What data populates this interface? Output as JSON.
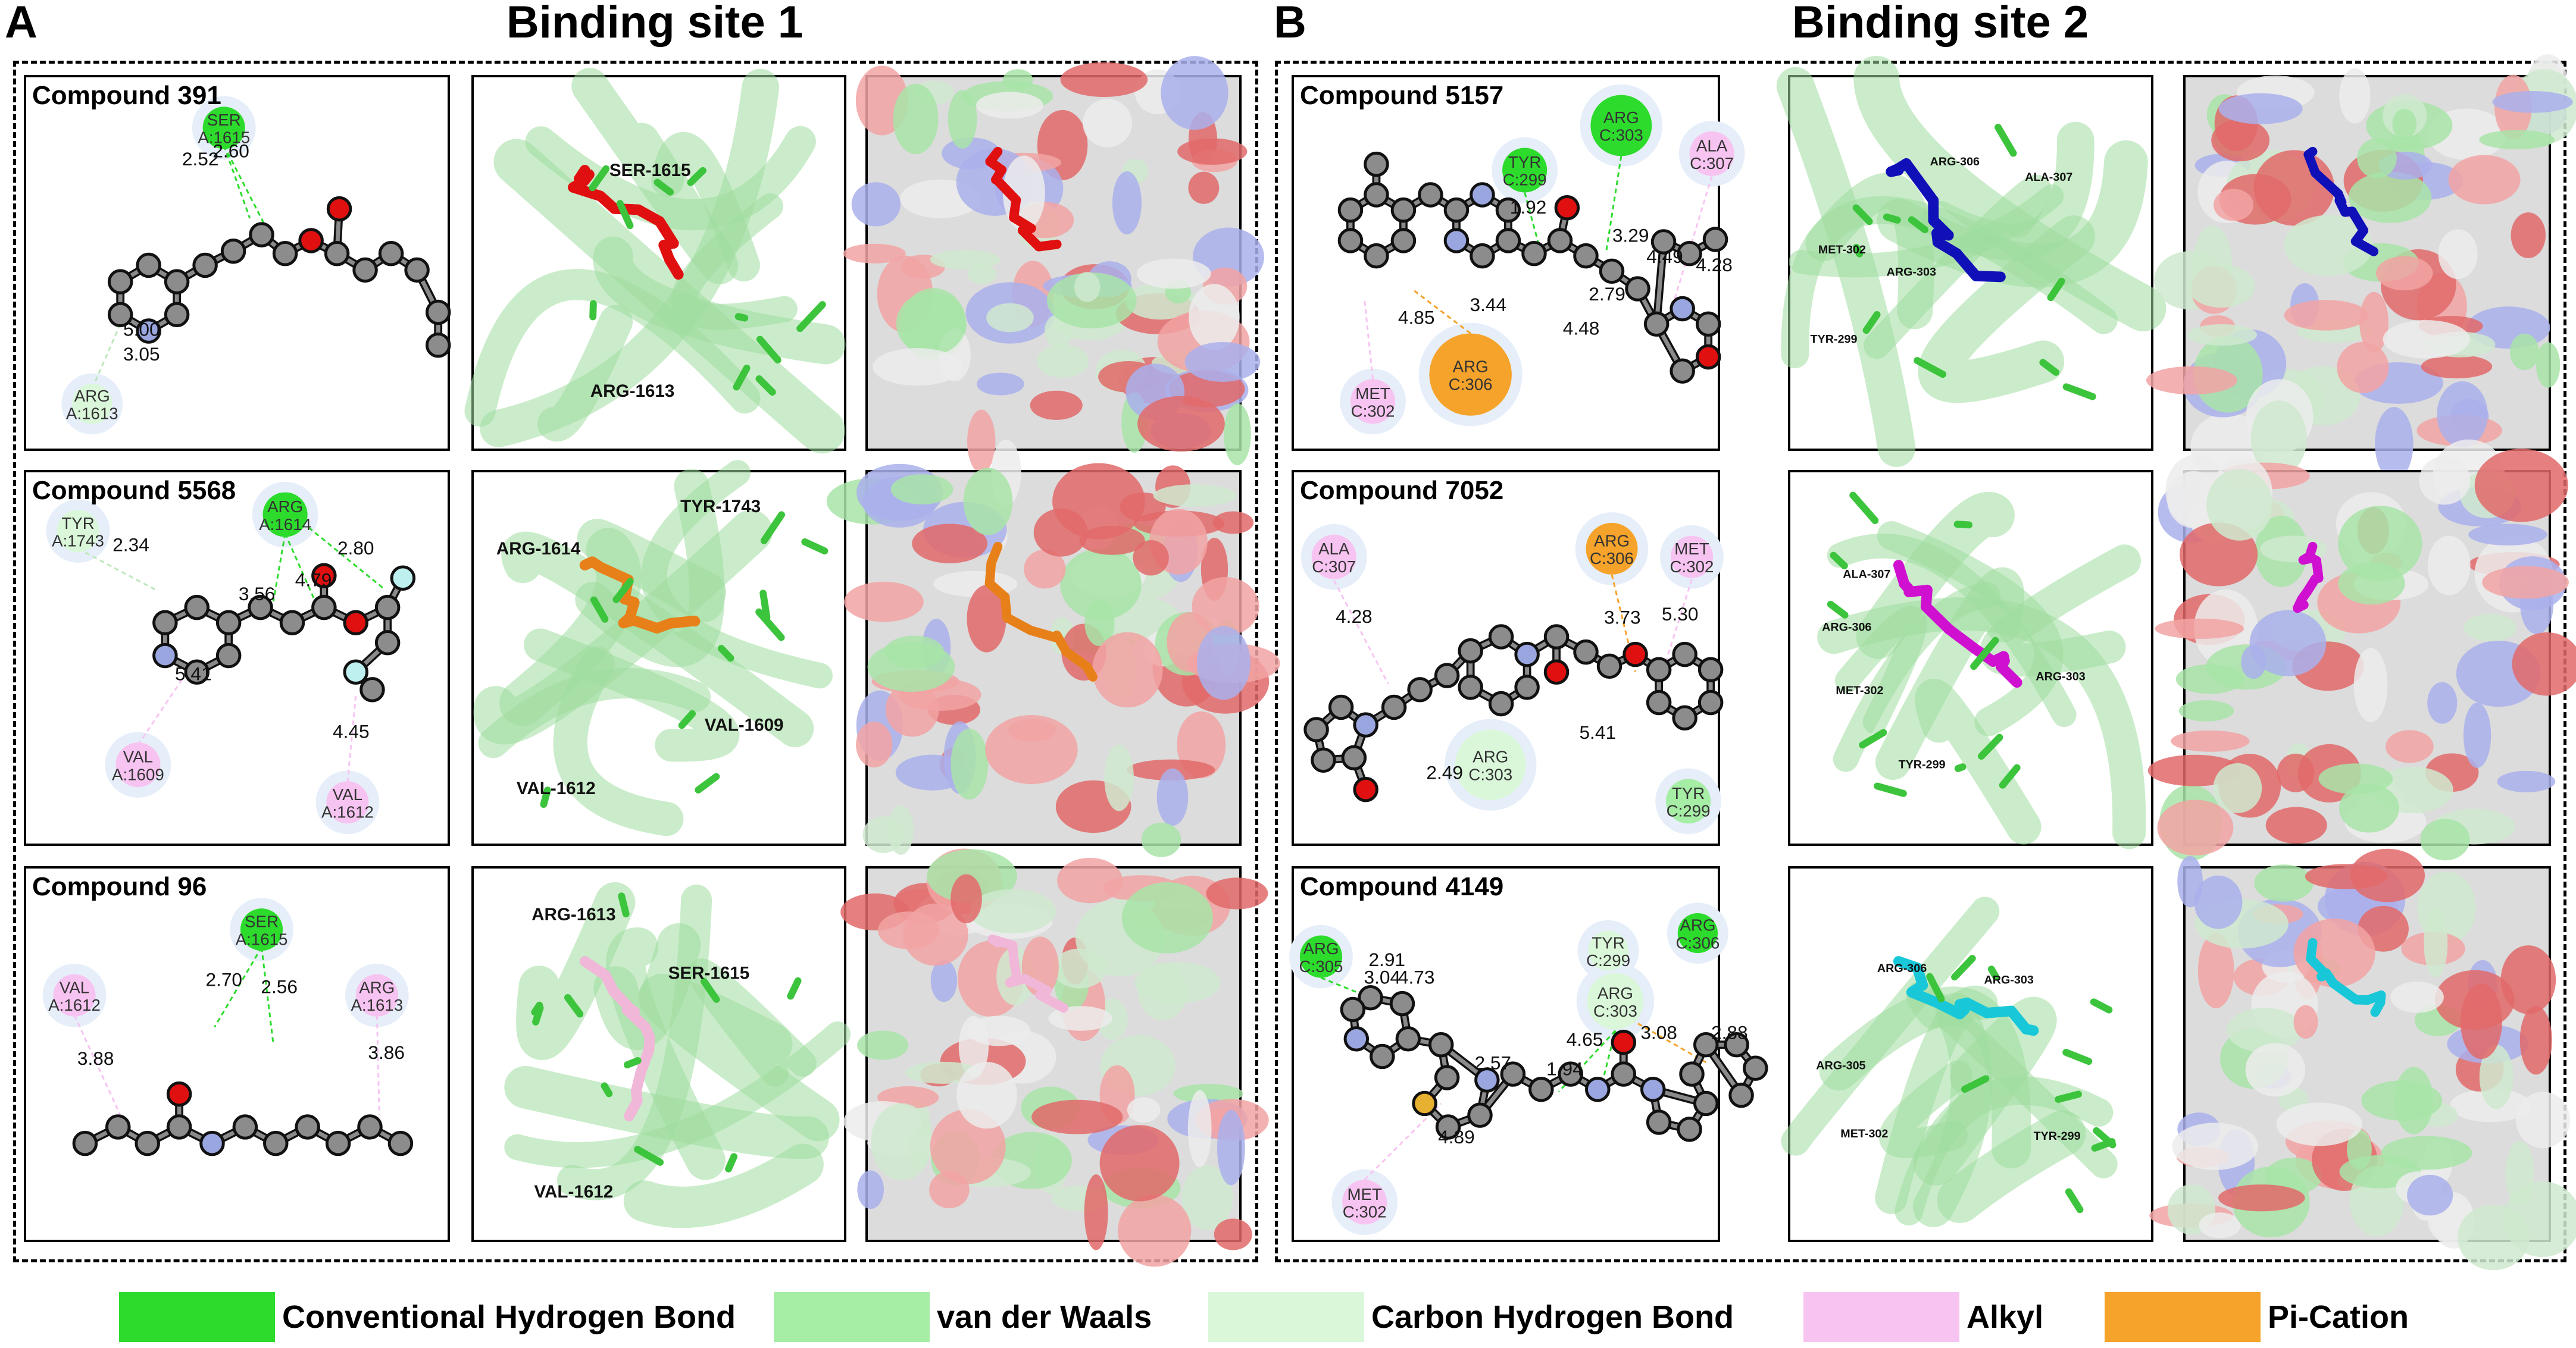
{
  "panels": {
    "a": {
      "letter": "A",
      "title": "Binding site 1"
    },
    "b": {
      "letter": "B",
      "title": "Binding site 2"
    }
  },
  "rows": [
    {
      "compound": "Compound 391",
      "residues": [
        {
          "id": "r0",
          "text": [
            "SER",
            "A:1615"
          ],
          "type": "hbond"
        },
        {
          "id": "r1",
          "text": [
            "ARG",
            "A:1613"
          ],
          "type": "chbond"
        }
      ],
      "distances": [
        "2.52",
        "2.60",
        "5.00",
        "3.05"
      ],
      "labels3d": [
        "SER-1615",
        "ARG-1613"
      ]
    },
    {
      "compound": "Compound 5568",
      "residues": [
        {
          "id": "r0",
          "text": [
            "TYR",
            "A:1743"
          ],
          "type": "chbond"
        },
        {
          "id": "r1",
          "text": [
            "ARG",
            "A:1614"
          ],
          "type": "hbond"
        },
        {
          "id": "r2",
          "text": [
            "VAL",
            "A:1609"
          ],
          "type": "alkyl"
        },
        {
          "id": "r3",
          "text": [
            "VAL",
            "A:1612"
          ],
          "type": "alkyl"
        }
      ],
      "distances": [
        "2.34",
        "3.56",
        "4.79",
        "2.80",
        "5.41",
        "4.45"
      ],
      "labels3d": [
        "ARG-1614",
        "TYR-1743",
        "VAL-1609",
        "VAL-1612"
      ]
    },
    {
      "compound": "Compound 96",
      "residues": [
        {
          "id": "r0",
          "text": [
            "VAL",
            "A:1612"
          ],
          "type": "alkyl"
        },
        {
          "id": "r1",
          "text": [
            "SER",
            "A:1615"
          ],
          "type": "hbond"
        },
        {
          "id": "r2",
          "text": [
            "ARG",
            "A:1613"
          ],
          "type": "alkyl"
        }
      ],
      "distances": [
        "2.70",
        "2.56",
        "3.88",
        "3.86"
      ],
      "labels3d": [
        "ARG-1613",
        "SER-1615",
        "VAL-1612"
      ]
    },
    {
      "compound": "Compound 5157",
      "residues": [
        {
          "id": "r0",
          "text": [
            "TYR",
            "C:299"
          ],
          "type": "hbond"
        },
        {
          "id": "r1",
          "text": [
            "ARG",
            "C:303"
          ],
          "type": "hbond"
        },
        {
          "id": "r2",
          "text": [
            "ALA",
            "C:307"
          ],
          "type": "alkyl"
        },
        {
          "id": "r3",
          "text": [
            "ARG",
            "C:306"
          ],
          "type": "pication"
        },
        {
          "id": "r4",
          "text": [
            "MET",
            "C:302"
          ],
          "type": "alkyl"
        }
      ],
      "distances": [
        "1.92",
        "3.29",
        "4.49",
        "4.28",
        "2.79",
        "3.44",
        "4.85",
        "4.48"
      ],
      "labels3d": [
        "ARG-306",
        "ALA-307",
        "MET-302",
        "ARG-303",
        "TYR-299"
      ]
    },
    {
      "compound": "Compound 7052",
      "residues": [
        {
          "id": "r0",
          "text": [
            "ALA",
            "C:307"
          ],
          "type": "alkyl"
        },
        {
          "id": "r1",
          "text": [
            "ARG",
            "C:306"
          ],
          "type": "pication"
        },
        {
          "id": "r2",
          "text": [
            "MET",
            "C:302"
          ],
          "type": "alkyl"
        },
        {
          "id": "r3",
          "text": [
            "ARG",
            "C:303"
          ],
          "type": "chbond"
        },
        {
          "id": "r4",
          "text": [
            "TYR",
            "C:299"
          ],
          "type": "vdw"
        }
      ],
      "distances": [
        "4.28",
        "3.73",
        "5.30",
        "5.41",
        "2.49"
      ],
      "labels3d": [
        "ALA-307",
        "ARG-306",
        "MET-302",
        "ARG-303",
        "TYR-299"
      ]
    },
    {
      "compound": "Compound 4149",
      "residues": [
        {
          "id": "r0",
          "text": [
            "ARG",
            "C:305"
          ],
          "type": "hbond"
        },
        {
          "id": "r1",
          "text": [
            "ARG",
            "C:303"
          ],
          "type": "chbond"
        },
        {
          "id": "r2",
          "text": [
            "TYR",
            "C:299"
          ],
          "type": "chbond"
        },
        {
          "id": "r3",
          "text": [
            "ARG",
            "C:306"
          ],
          "type": "hbond"
        },
        {
          "id": "r4",
          "text": [
            "MET",
            "C:302"
          ],
          "type": "alkyl"
        }
      ],
      "distances": [
        "2.91",
        "3.04",
        "4.73",
        "3.08",
        "2.88",
        "4.65",
        "2.57",
        "1.94",
        "4.89"
      ],
      "labels3d": [
        "ARG-306",
        "ARG-303",
        "ARG-305",
        "MET-302",
        "TYR-299"
      ]
    }
  ],
  "legend": [
    {
      "label": "Conventional Hydrogen Bond",
      "color": "#2ddb2d"
    },
    {
      "label": "van der Waals",
      "color": "#a6eda6"
    },
    {
      "label": "Carbon Hydrogen Bond",
      "color": "#daf7da"
    },
    {
      "label": "Alkyl",
      "color": "#f7c4f2"
    },
    {
      "label": "Pi-Cation",
      "color": "#f5a32b"
    }
  ],
  "colors": {
    "hbond": "#2ddb2d",
    "vdw": "#a6eda6",
    "chbond": "#daf7da",
    "alkyl": "#f7c4f2",
    "pication": "#f5a32b",
    "ligand": [
      "#e01010",
      "#e8801a",
      "#f0b7d8",
      "#1010b8",
      "#d010d0",
      "#18c8d8"
    ]
  }
}
